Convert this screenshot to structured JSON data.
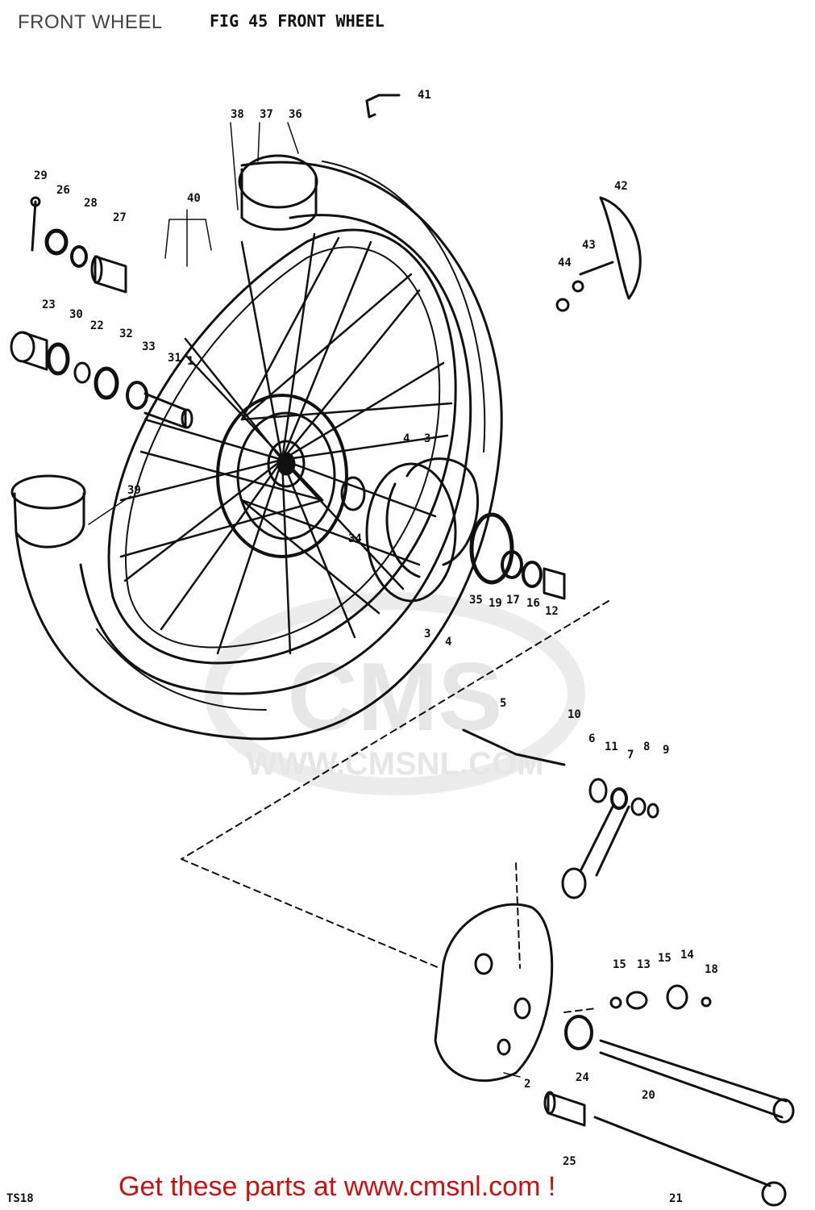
{
  "header": {
    "title": "FRONT WHEEL",
    "figure_caption": "FIG 45  FRONT WHEEL"
  },
  "watermark": {
    "logo": "CMS",
    "url": "WWW.CMSNL.COM"
  },
  "diagram": {
    "code": "TS18",
    "part_numbers": [
      "1",
      "2",
      "3",
      "3",
      "4",
      "4",
      "5",
      "6",
      "7",
      "8",
      "9",
      "10",
      "11",
      "12",
      "13",
      "14",
      "15",
      "15",
      "16",
      "17",
      "18",
      "19",
      "20",
      "21",
      "22",
      "23",
      "24",
      "25",
      "26",
      "27",
      "28",
      "29",
      "30",
      "31",
      "32",
      "33",
      "34",
      "35",
      "36",
      "37",
      "38",
      "39",
      "40",
      "41",
      "42",
      "43",
      "44"
    ]
  },
  "footer": {
    "text": "Get these parts at www.cmsnl.com !",
    "color": "#cc1111"
  }
}
